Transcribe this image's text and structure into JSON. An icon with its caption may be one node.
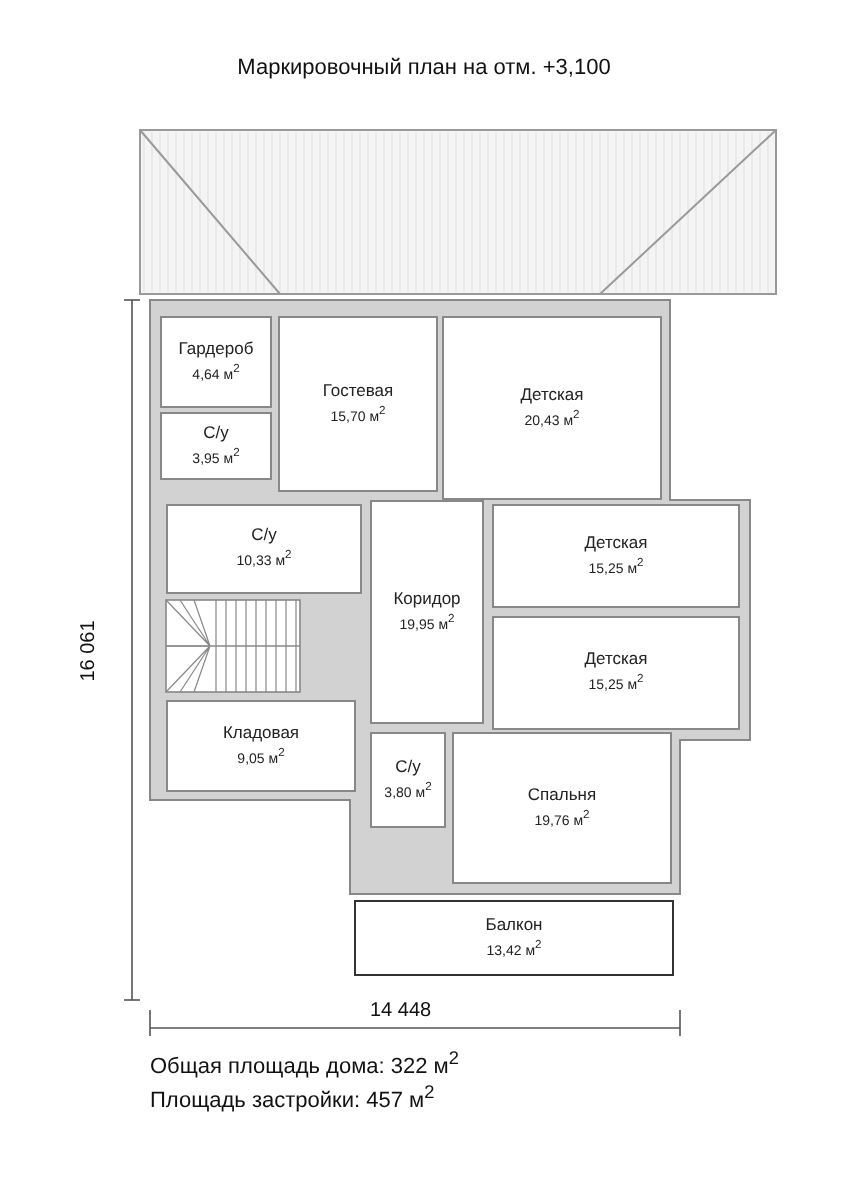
{
  "diagram": {
    "title": "Маркировочный план на отм. +3,100",
    "nodes": [
      {
        "text": [
          "Гардероб",
          "4,64 м$^{2}$"
        ]
      },
      {
        "text": [
          "Гостевая",
          "15,70 м$^{2}$"
        ]
      },
      {
        "text": [
          "Детская",
          "20,43 м$^{2}$"
        ]
      },
      {
        "text": [
          "С/у",
          "3,95 м$^{2}$"
        ]
      },
      {
        "text": [
          "С/у",
          "10,33 м$^{2}$"
        ]
      },
      {
        "text": [
          "Детская",
          "15,25 м$^{2}$"
        ]
      },
      {
        "text": [
          "Коридор",
          "19,95 м$^{2}$"
        ]
      },
      {
        "text": [
          "Детская",
          "15,25 м$^{2}$"
        ]
      },
      {
        "text": [
          "Кладовая",
          "9,05 м$^{2}$"
        ]
      },
      {
        "text": [
          "С/у",
          "3,80 м$^{2}$"
        ]
      },
      {
        "text": [
          "Спальня",
          "19,76 м$^{2}$"
        ]
      },
      {
        "text": [
          "Балкон",
          "13,42 м$^{2}$"
        ]
      }
    ],
    "labels": [
      "16 061",
      "14 448",
      "Общая площадь дома: 322 м$^{2}$",
      "Площадь застройки: 457 м$^{2}$"
    ]
  }
}
